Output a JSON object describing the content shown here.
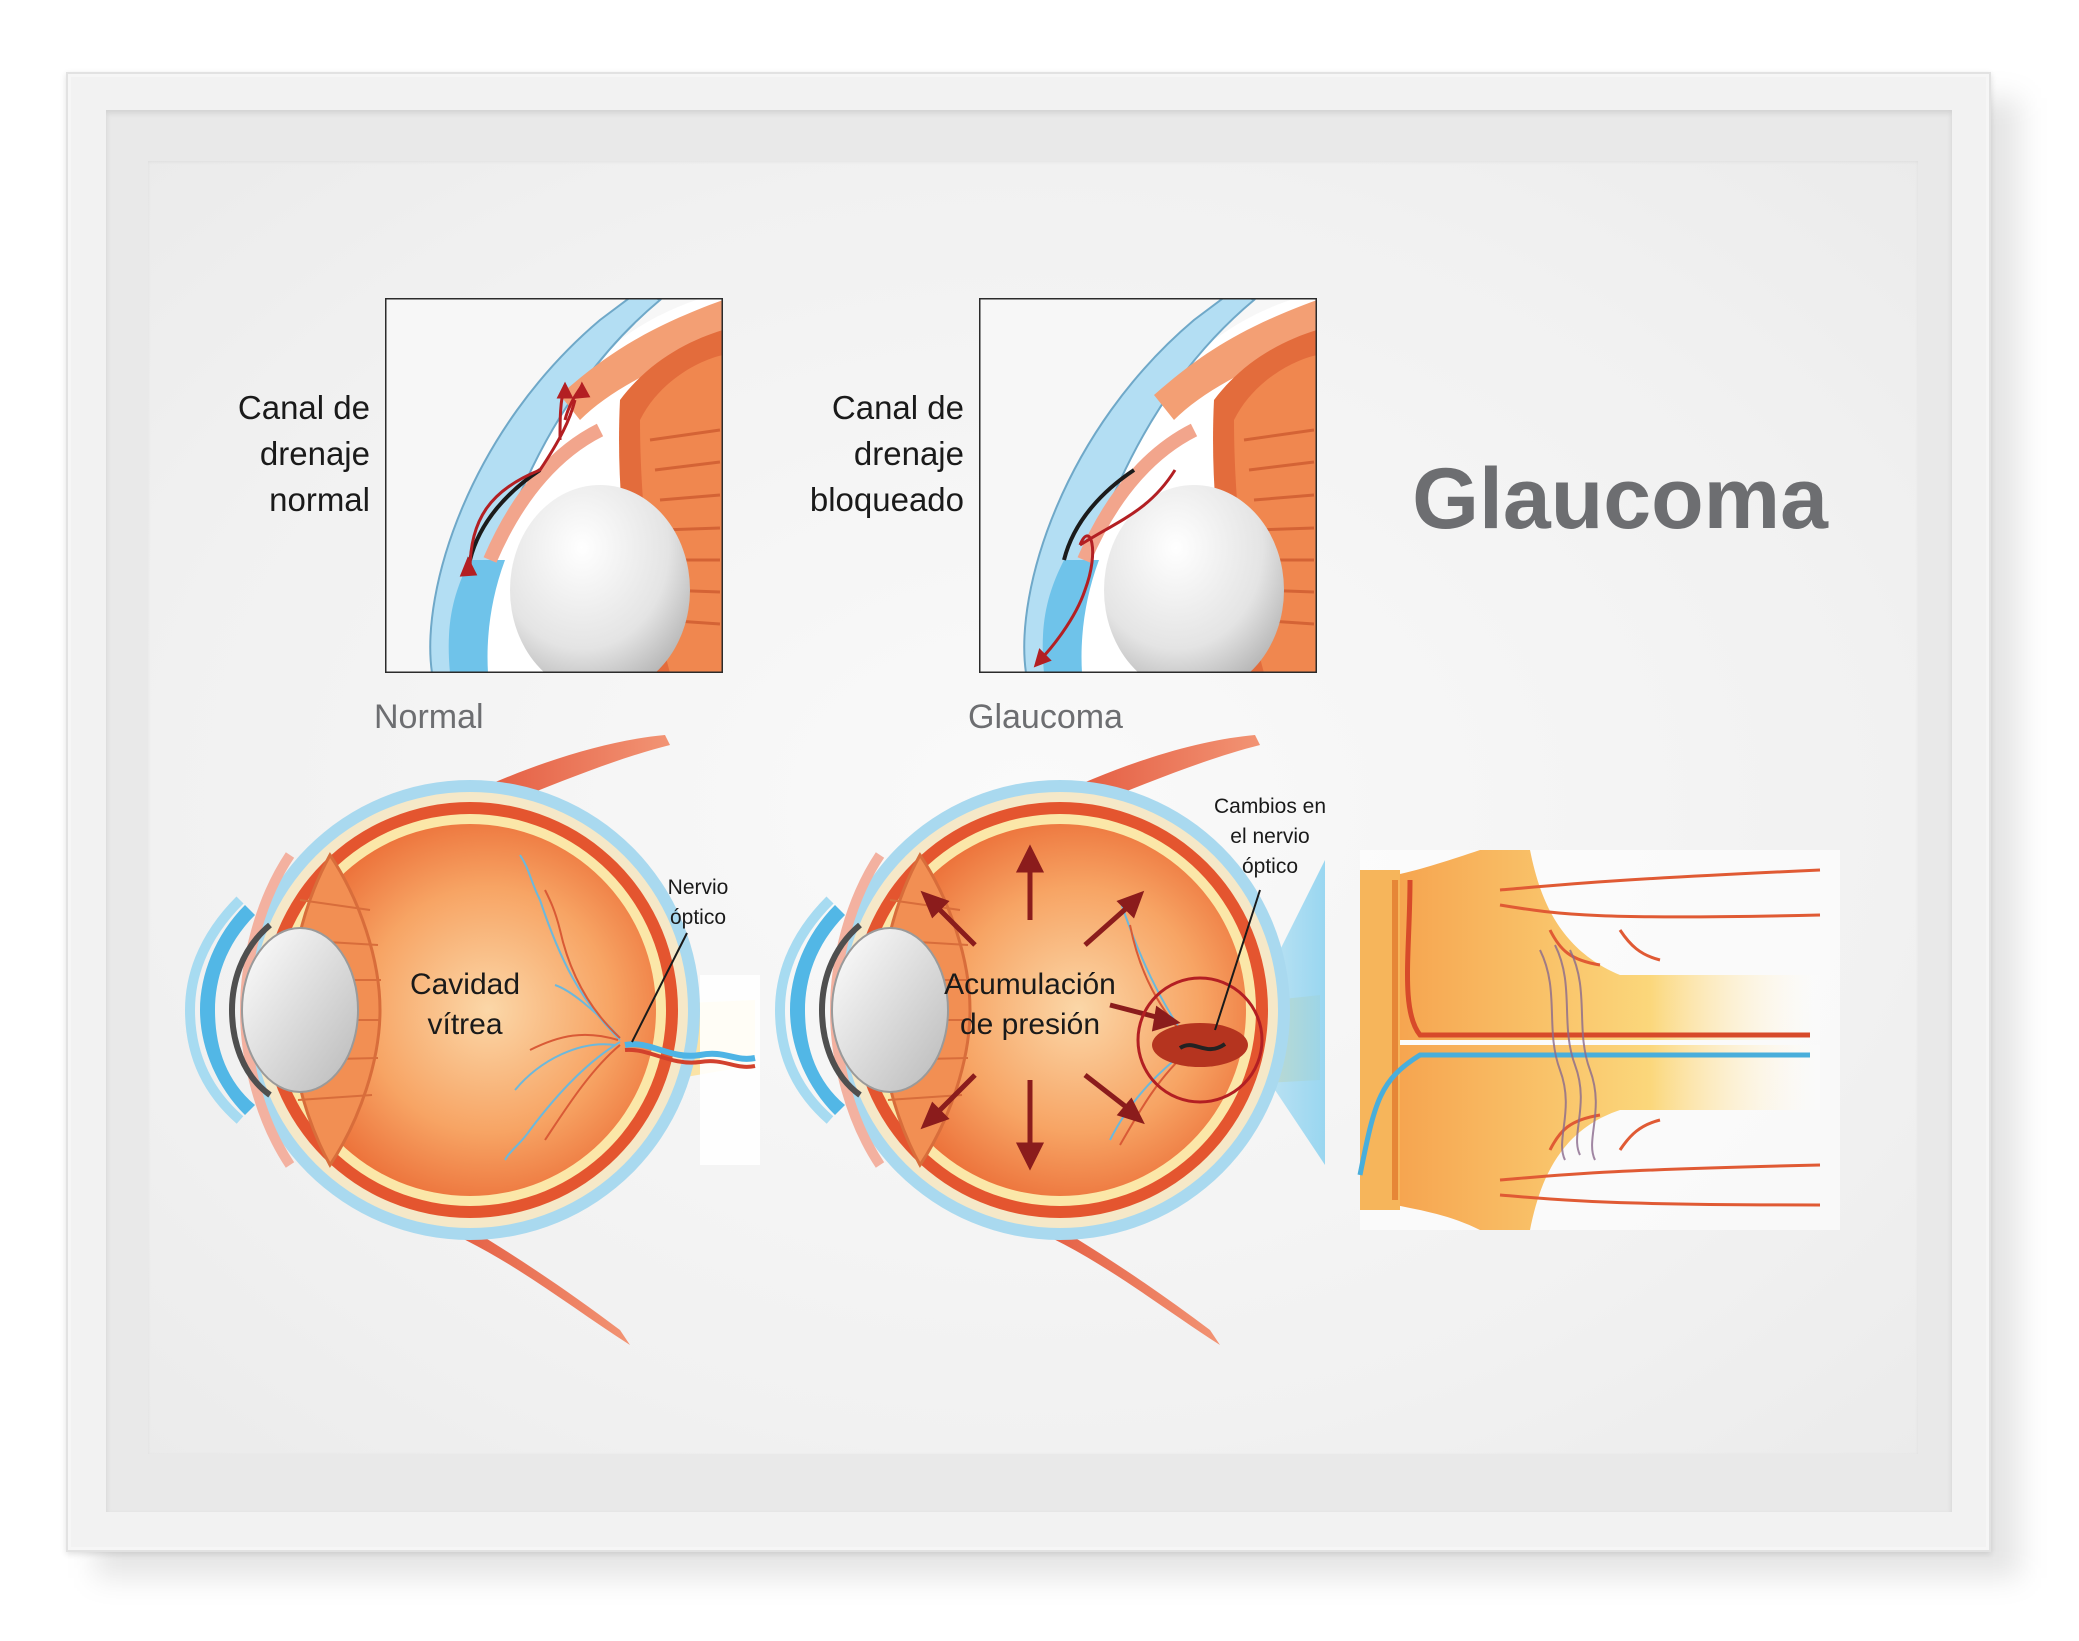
{
  "title": "Glaucoma",
  "insets": {
    "normal_label_1": "Canal de",
    "normal_label_2": "drenaje",
    "normal_label_3": "normal",
    "blocked_label_1": "Canal de",
    "blocked_label_2": "drenaje",
    "blocked_label_3": "bloqueado"
  },
  "eyes": {
    "normal_caption": "Normal",
    "glaucoma_caption": "Glaucoma",
    "vitreous_1": "Cavidad",
    "vitreous_2": "vítrea",
    "optic_nerve_1": "Nervio",
    "optic_nerve_2": "óptico",
    "pressure_1": "Acumulación",
    "pressure_2": "de presión",
    "nerve_changes_1": "Cambios en",
    "nerve_changes_2": "el nervio",
    "nerve_changes_3": "óptico"
  },
  "colors": {
    "title_gray": "#6d6e71",
    "eye_orange": "#f08a4b",
    "sclera_blue": "#9fd4ec",
    "arrow_red": "#9b1c1c"
  }
}
